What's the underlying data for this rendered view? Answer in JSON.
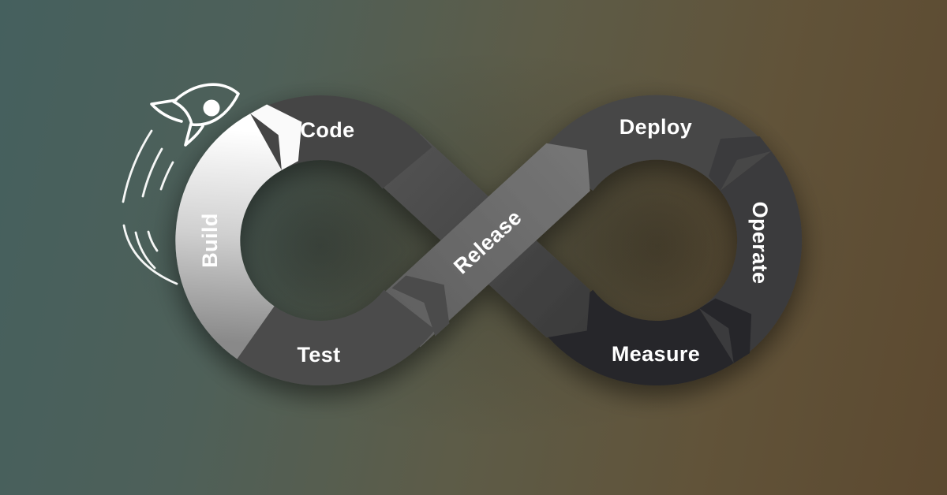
{
  "background": {
    "left_color": "#45605e",
    "mid_color": "#5d5c48",
    "right_color": "#5c4930"
  },
  "loop": {
    "label_color": "#ffffff",
    "stages": [
      {
        "label": "Code",
        "color": "#454545",
        "position": "left-loop-top"
      },
      {
        "label": "Build",
        "color": "#dcdcdc",
        "position": "left-loop-left"
      },
      {
        "label": "Test",
        "color": "#4c4c4c",
        "position": "left-loop-bottom"
      },
      {
        "label": "Release",
        "color": "#6a6a6a",
        "position": "center-band"
      },
      {
        "label": "Deploy",
        "color": "#474747",
        "position": "right-loop-top"
      },
      {
        "label": "Operate",
        "color": "#3a3a3d",
        "position": "right-loop-right"
      },
      {
        "label": "Measure",
        "color": "#26262a",
        "position": "right-loop-bottom"
      }
    ]
  },
  "decor": {
    "rocket_icon": "rocket-icon",
    "trail_icon": "motion-trail-arcs",
    "stroke_color": "#ffffff"
  }
}
